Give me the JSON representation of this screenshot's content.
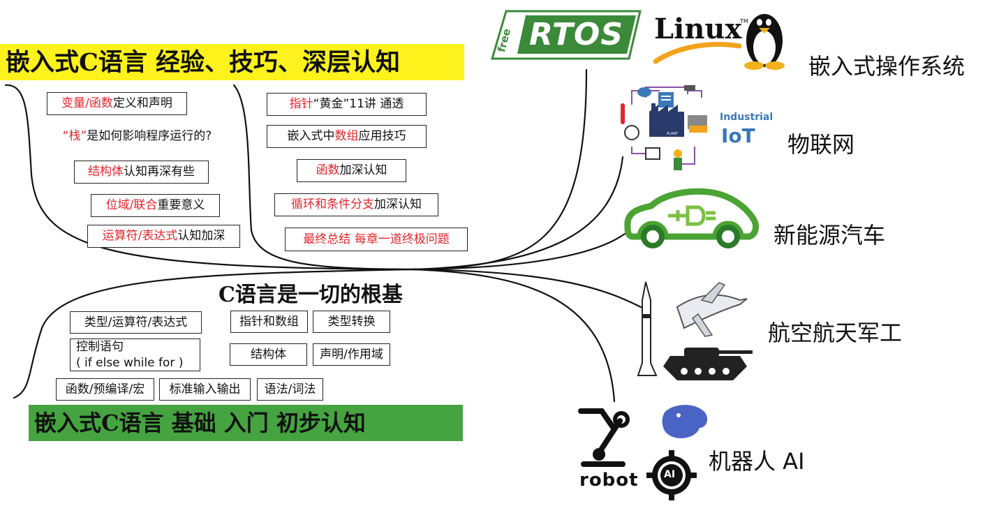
{
  "banners": {
    "top": "嵌入式C语言 经验、技巧、深层认知",
    "bottom": "嵌入式C语言 基础 入门 初步认知"
  },
  "center_title": "C语言是一切的根基",
  "advanced_left": [
    {
      "hl": "变量/函数",
      "text": " 定义和声明"
    },
    {
      "hl": "“栈”",
      "text": " 是如何影响程序运行的?"
    },
    {
      "hl": "结构体",
      "text": " 认知再深有些"
    },
    {
      "hl": "位域/联合",
      "text": " 重要意义"
    },
    {
      "hl": "运算符/表达式",
      "text": " 认知加深"
    }
  ],
  "advanced_right": [
    {
      "pre": "",
      "hl": "指针",
      "text": " “黄金”11讲 通透"
    },
    {
      "pre": "嵌入式中 ",
      "hl": "数组",
      "text": " 应用技巧"
    },
    {
      "pre": "",
      "hl": "函数",
      "text": " 加深认知"
    },
    {
      "pre": "",
      "hl": "循环和条件分支",
      "text": " 加深认知"
    },
    {
      "pre": "",
      "hl": "最终总结 每章一道终极问题",
      "text": ""
    }
  ],
  "basics": {
    "types": "类型/运算符/表达式",
    "control_line1": "控制语句",
    "control_line2": "( if else while for )",
    "func_macro": "函数/预编译/宏",
    "stdio": "标准输入输出",
    "syntax": "语法/词法",
    "pointer_array": "指针和数组",
    "struct": "结构体",
    "cast": "类型转换",
    "scope": "声明/作用域"
  },
  "applications": [
    {
      "label": "嵌入式操作系统",
      "icon": "rtos-linux-logo"
    },
    {
      "label": "物联网",
      "icon": "industrial-iot-icon"
    },
    {
      "label": "新能源汽车",
      "icon": "electric-car-icon"
    },
    {
      "label": "航空航天军工",
      "icon": "rocket-plane-tank-icon"
    },
    {
      "label": "机器人 AI",
      "icon": "robot-ai-icon"
    }
  ],
  "logos": {
    "free": "free",
    "rtos": "RTOS",
    "linux": "Linux",
    "tm": "TM",
    "iot_top": "Industrial",
    "iot_main": "IoT",
    "plant": "PLANT",
    "robot": "robot",
    "ai": "AI"
  },
  "colors": {
    "banner_top": "#fdf21b",
    "banner_bottom": "#45a440",
    "highlight": "#e2262b",
    "rtos_green": "#3b8a3a",
    "iot_blue": "#3a78b8",
    "car_green": "#4aa332",
    "whale": "#4a64c6"
  }
}
